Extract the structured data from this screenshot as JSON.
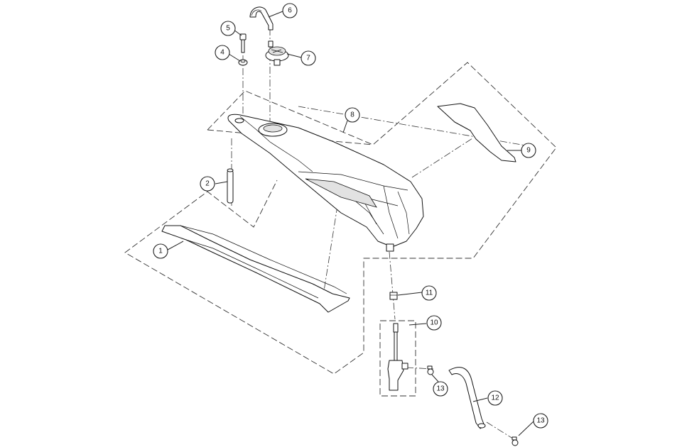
{
  "diagram": {
    "callouts": [
      {
        "id": "1",
        "label": "1"
      },
      {
        "id": "2",
        "label": "2"
      },
      {
        "id": "4",
        "label": "4"
      },
      {
        "id": "5",
        "label": "5"
      },
      {
        "id": "6",
        "label": "6"
      },
      {
        "id": "7",
        "label": "7"
      },
      {
        "id": "8",
        "label": "8"
      },
      {
        "id": "9",
        "label": "9"
      },
      {
        "id": "10",
        "label": "10"
      },
      {
        "id": "11",
        "label": "11"
      },
      {
        "id": "12",
        "label": "12"
      },
      {
        "id": "13a",
        "label": "13"
      },
      {
        "id": "13b",
        "label": "13"
      }
    ]
  }
}
